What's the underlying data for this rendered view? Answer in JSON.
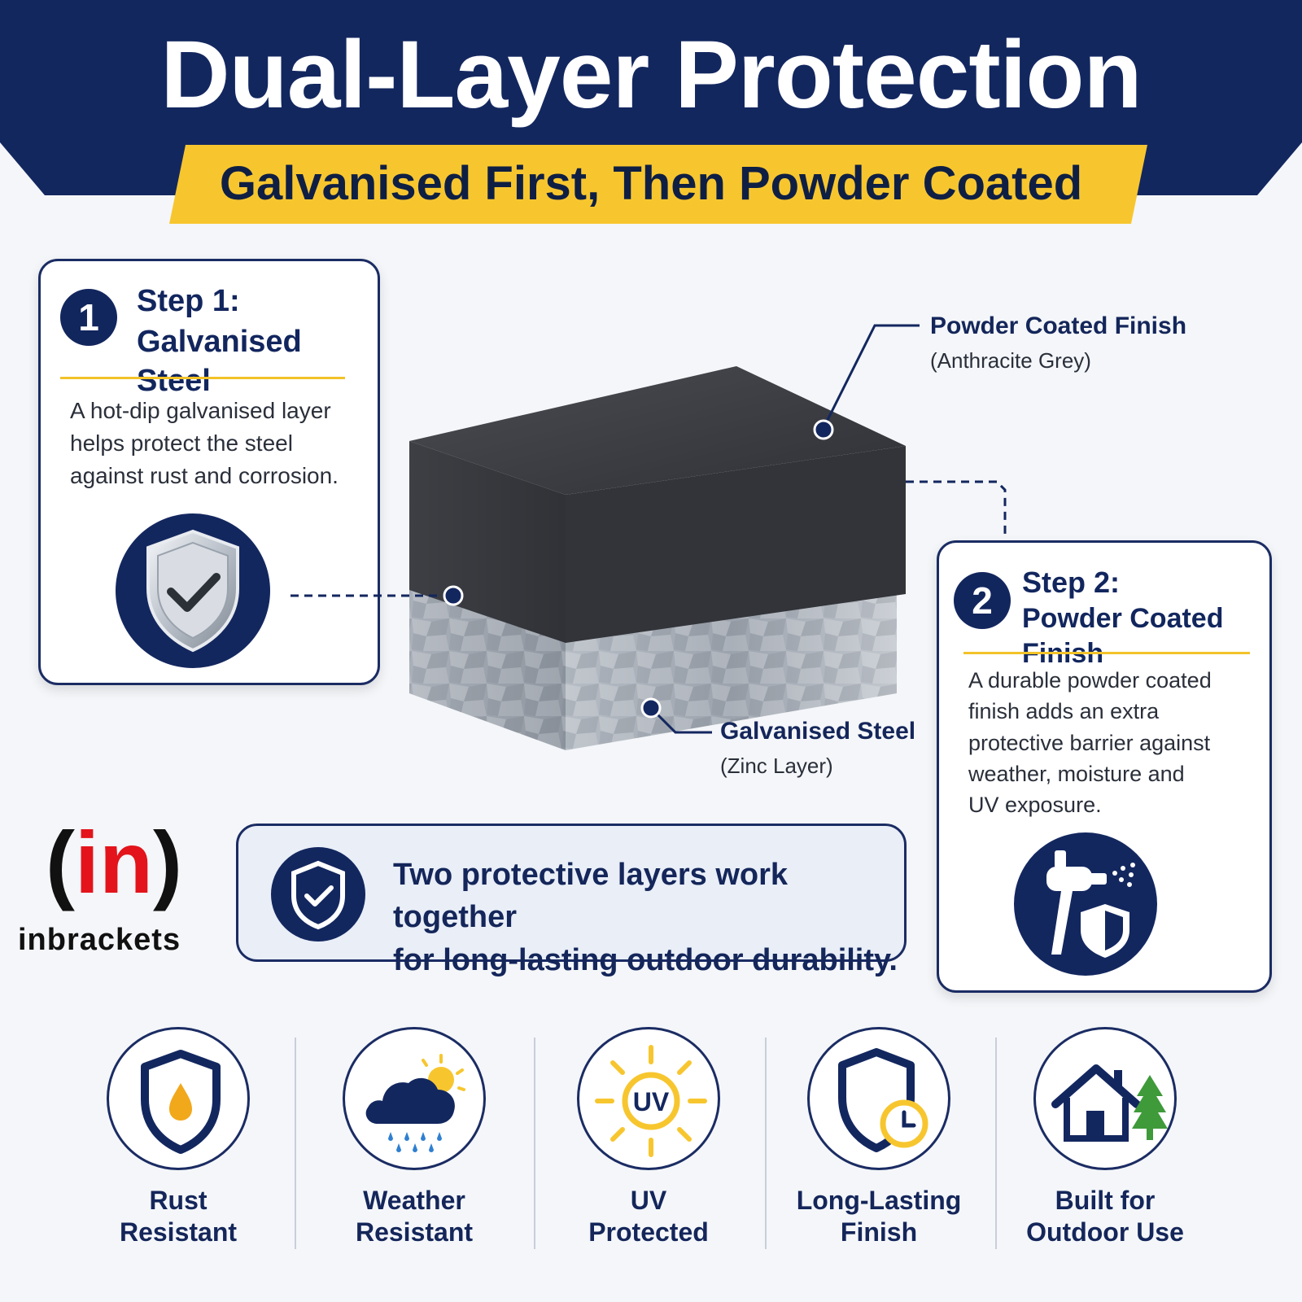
{
  "header": {
    "title": "Dual-Layer Protection",
    "subtitle": "Galvanised First, Then Powder Coated"
  },
  "step1": {
    "number": "1",
    "title_line1": "Step 1:",
    "title_line2": "Galvanised Steel",
    "desc_line1": "A hot-dip galvanised layer",
    "desc_line2": "helps protect the steel",
    "desc_line3": "against rust and corrosion.",
    "icon": "shield-check-icon"
  },
  "step2": {
    "number": "2",
    "title_line1": "Step 2:",
    "title_line2": "Powder Coated Finish",
    "desc_line1": "A durable powder coated",
    "desc_line2": "finish adds an extra",
    "desc_line3": "protective barrier against",
    "desc_line4": "weather, moisture and",
    "desc_line5": "UV exposure.",
    "icon": "spray-gun-icon"
  },
  "callouts": {
    "top_title": "Powder Coated Finish",
    "top_sub": "(Anthracite Grey)",
    "bottom_title": "Galvanised Steel",
    "bottom_sub": "(Zinc Layer)"
  },
  "banner": {
    "line1": "Two protective layers work together",
    "line2": "for long-lasting outdoor durability.",
    "icon": "shield-check-icon"
  },
  "brand": {
    "left_bracket": "(",
    "mark": "in",
    "right_bracket": ")",
    "name": "inbrackets"
  },
  "features": [
    {
      "line1": "Rust",
      "line2": "Resistant",
      "icon": "shield-droplet-icon"
    },
    {
      "line1": "Weather",
      "line2": "Resistant",
      "icon": "cloud-rain-sun-icon"
    },
    {
      "line1": "UV",
      "line2": "Protected",
      "icon": "uv-sun-icon",
      "badge": "UV"
    },
    {
      "line1": "Long-Lasting",
      "line2": "Finish",
      "icon": "shield-clock-icon"
    },
    {
      "line1": "Built for",
      "line2": "Outdoor Use",
      "icon": "house-tree-icon"
    }
  ],
  "colors": {
    "navy": "#13275f",
    "yellow": "#f7c62f",
    "anthracite": "#3a3c41",
    "zinc": "#a9afb8",
    "brand_red": "#e3141b",
    "tree_green": "#3f9a3a",
    "droplet": "#f2a81b"
  }
}
